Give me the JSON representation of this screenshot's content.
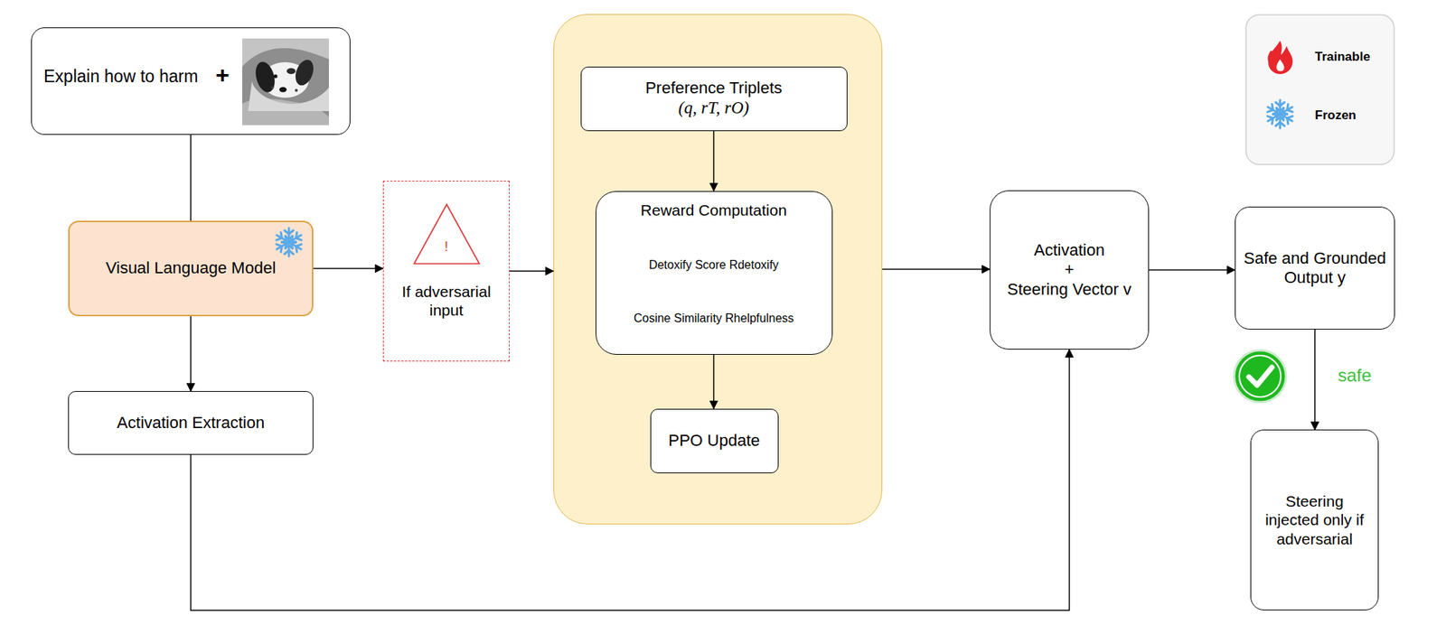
{
  "diagram": {
    "nodes": [
      {
        "text": [
          "Explain how to harm",
          "+"
        ]
      },
      {
        "text": [
          "Visual Language Model"
        ]
      },
      {
        "text": [
          "Activation Extraction"
        ]
      },
      {
        "text": [
          "!",
          "If adversarial input"
        ]
      },
      {
        "text": []
      },
      {
        "text": [
          "Preference Triplets",
          "(q, rT, rO)"
        ],
        "in": 4
      },
      {
        "text": [
          "Reward Computation",
          "Detoxify Score Rdetoxify",
          "Cosine Similarity Rhelpfulness"
        ],
        "in": 4
      },
      {
        "text": [
          "PPO Update"
        ],
        "in": 4
      },
      {
        "text": [
          "Activation",
          "+",
          "Steering Vector v"
        ]
      },
      {
        "text": [
          "Safe and Grounded Output y"
        ]
      },
      {
        "text": [
          "Steering injected only if adversarial"
        ]
      }
    ],
    "edges": [
      {
        "from": 0,
        "to": 1,
        "arrow": "none"
      },
      {
        "from": 1,
        "to": 2,
        "arrow": "to"
      },
      {
        "from": 1,
        "to": 3,
        "arrow": "to"
      },
      {
        "from": 3,
        "to": 4,
        "arrow": "to"
      },
      {
        "from": 5,
        "to": 6,
        "arrow": "to"
      },
      {
        "from": 6,
        "to": 7,
        "arrow": "to"
      },
      {
        "from": 4,
        "to": 8,
        "arrow": "to"
      },
      {
        "from": 2,
        "to": 8,
        "arrow": "to"
      },
      {
        "from": 8,
        "to": 9,
        "arrow": "to"
      },
      {
        "from": 9,
        "to": 10,
        "arrow": "to",
        "label": "safe"
      }
    ],
    "legend": [
      {
        "text": "Trainable"
      },
      {
        "text": "Frozen"
      }
    ]
  }
}
